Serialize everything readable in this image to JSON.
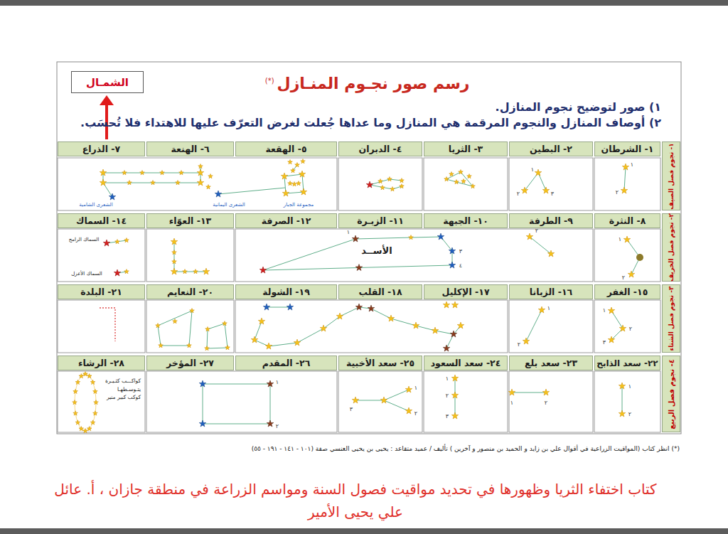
{
  "diagram": {
    "title": "رسم صور نجـوم المنـازل",
    "caption": "كتاب اختفاء الثريا وظهورها في تحديد مواقيت فصول السنة ومواسم الزراعة في منطقة جازان ، أ. عائل علي يحيى الأمير",
    "nodes": [
      {
        "text": [
          "الشمـال"
        ]
      },
      {
        "text": [
          "١- نجوم فصل الصيف"
        ]
      },
      {
        "text": [
          "١- الشرطان"
        ]
      },
      {
        "text": [
          "٢- البطين"
        ]
      },
      {
        "text": [
          "٣- الثريا"
        ]
      },
      {
        "text": [
          "٤- الدبران"
        ]
      },
      {
        "text": [
          "٥- الهقعة"
        ]
      },
      {
        "text": [
          "٦- الهنعة"
        ]
      },
      {
        "text": [
          "٧- الذراع"
        ]
      },
      {
        "text": [
          "٢- نجوم فصل الخريف"
        ]
      },
      {
        "text": [
          "٨- النثرة"
        ]
      },
      {
        "text": [
          "٩- الطرفة"
        ]
      },
      {
        "text": [
          "١٠- الجبهة"
        ]
      },
      {
        "text": [
          "١١- الزبـرة"
        ]
      },
      {
        "text": [
          "١٢- الصرفة"
        ]
      },
      {
        "text": [
          "١٣- العوّاء"
        ]
      },
      {
        "text": [
          "١٤- السماك"
        ]
      },
      {
        "text": [
          "٣- نجوم فصل الشتاء"
        ]
      },
      {
        "text": [
          "١٥- الغفر"
        ]
      },
      {
        "text": [
          "١٦- الزبانا"
        ]
      },
      {
        "text": [
          "١٧- الإكليل"
        ]
      },
      {
        "text": [
          "١٨- القلب"
        ]
      },
      {
        "text": [
          "١٩- الشولة"
        ]
      },
      {
        "text": [
          "٢٠- النعايم"
        ]
      },
      {
        "text": [
          "٢١- البلدة"
        ]
      },
      {
        "text": [
          "٤- نجوم فصل الربيع"
        ]
      },
      {
        "text": [
          "٢٢- سعد الذابح"
        ]
      },
      {
        "text": [
          "٢٣- سعد بلع"
        ]
      },
      {
        "text": [
          "٢٤- سعد السعود"
        ]
      },
      {
        "text": [
          "٢٥- سعد الأخبية"
        ]
      },
      {
        "text": [
          "٢٦- المقدم"
        ]
      },
      {
        "text": [
          "٢٧- المؤخر"
        ]
      },
      {
        "text": [
          "٢٨- الرشاء"
        ]
      }
    ],
    "labels": [
      "(*)",
      "١) صور لتوضيح نجوم المنازل.",
      "٢) أوصاف المنازل والنجوم المرقمة هي المنازل وما عداها جُعلت لغرض التعرّف عليها للاهتداء فلا تُحسَب.",
      "الشعرى الشامية",
      "الشعرى اليمانية",
      "مجموعة الجبار",
      "السماك الرامح",
      "السماك الأعزل",
      "الأســد",
      "كواكـــب كثـيـرة يتـوسـطهـا كوكب كبير منير",
      "(*) انظر كتاب (المواقيت الزراعية في أقوال علي بن زايد و الحميد بن منصور و آخرين ) تأليف / عميد متقاعد : يحيى بن يحيى العنسي صفة (١٠١ - ١٤١ - ١٩١ - ٥٥)",
      "١",
      "٢",
      "١",
      "٢",
      "٣",
      "١",
      "٢",
      "٣",
      "٤",
      "١",
      "٢",
      "١",
      "٢",
      "١",
      "٢",
      "٣",
      "١",
      "٢",
      "١",
      "٢",
      "١",
      "٢",
      "٣",
      "١",
      "٢",
      "٣",
      "١",
      "٢"
    ]
  }
}
